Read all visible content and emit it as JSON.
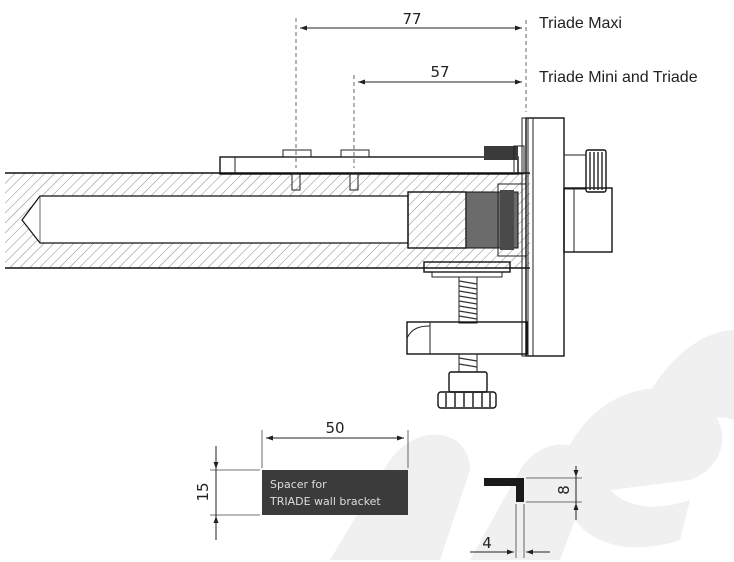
{
  "labels": {
    "maxi": "Triade Maxi",
    "mini": "Triade Mini and Triade"
  },
  "dimensions": {
    "d77": "77",
    "d57": "57",
    "d50": "50",
    "d15": "15",
    "d8": "8",
    "d4": "4"
  },
  "spacer": {
    "line1": "Spacer for",
    "line2": "TRIADE wall bracket"
  },
  "colors": {
    "line": "#222222",
    "dark_part": "#3a3a3a",
    "mid_part": "#6b6b6b",
    "spacer_fill": "#3b3b3b",
    "watermark": "#f0f0f0"
  }
}
